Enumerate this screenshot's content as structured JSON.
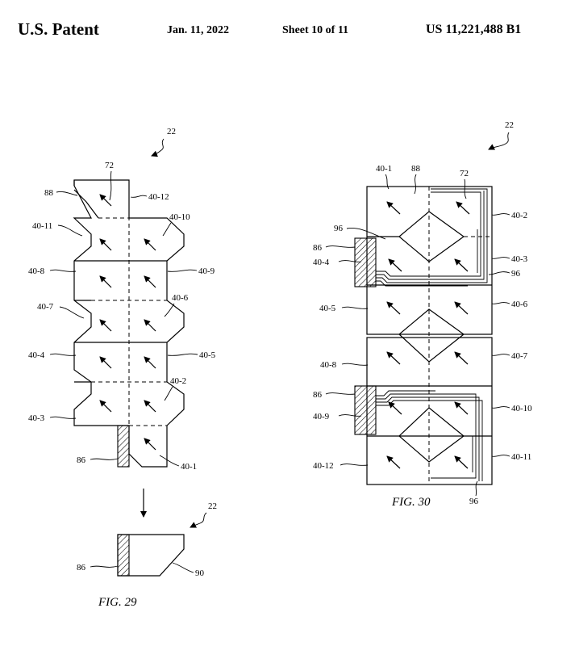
{
  "header": {
    "left": "U.S. Patent",
    "date": "Jan. 11, 2022",
    "sheet": "Sheet 10 of 11",
    "number": "US 11,221,488 B1"
  },
  "fig29": {
    "caption": "FIG. 29",
    "ref_top": "22",
    "ref_bottom": "22",
    "labels": {
      "l88": "88",
      "l72": "72",
      "l40_12": "40-12",
      "l40_11": "40-11",
      "l40_10": "40-10",
      "l40_8": "40-8",
      "l40_9": "40-9",
      "l40_7": "40-7",
      "l40_6": "40-6",
      "l40_4": "40-4",
      "l40_5": "40-5",
      "l40_2": "40-2",
      "l40_3": "40-3",
      "l86": "86",
      "l40_1": "40-1",
      "l86b": "86",
      "l90": "90"
    }
  },
  "fig30": {
    "caption": "FIG. 30",
    "ref": "22",
    "labels": {
      "l40_1": "40-1",
      "l88": "88",
      "l72": "72",
      "l40_2": "40-2",
      "l96a": "96",
      "l86a": "86",
      "l40_4": "40-4",
      "l40_3": "40-3",
      "l96b": "96",
      "l40_5": "40-5",
      "l40_6": "40-6",
      "l40_8": "40-8",
      "l40_7": "40-7",
      "l86b": "86",
      "l40_10": "40-10",
      "l40_9": "40-9",
      "l40_12": "40-12",
      "l40_11": "40-11",
      "l96c": "96"
    }
  }
}
